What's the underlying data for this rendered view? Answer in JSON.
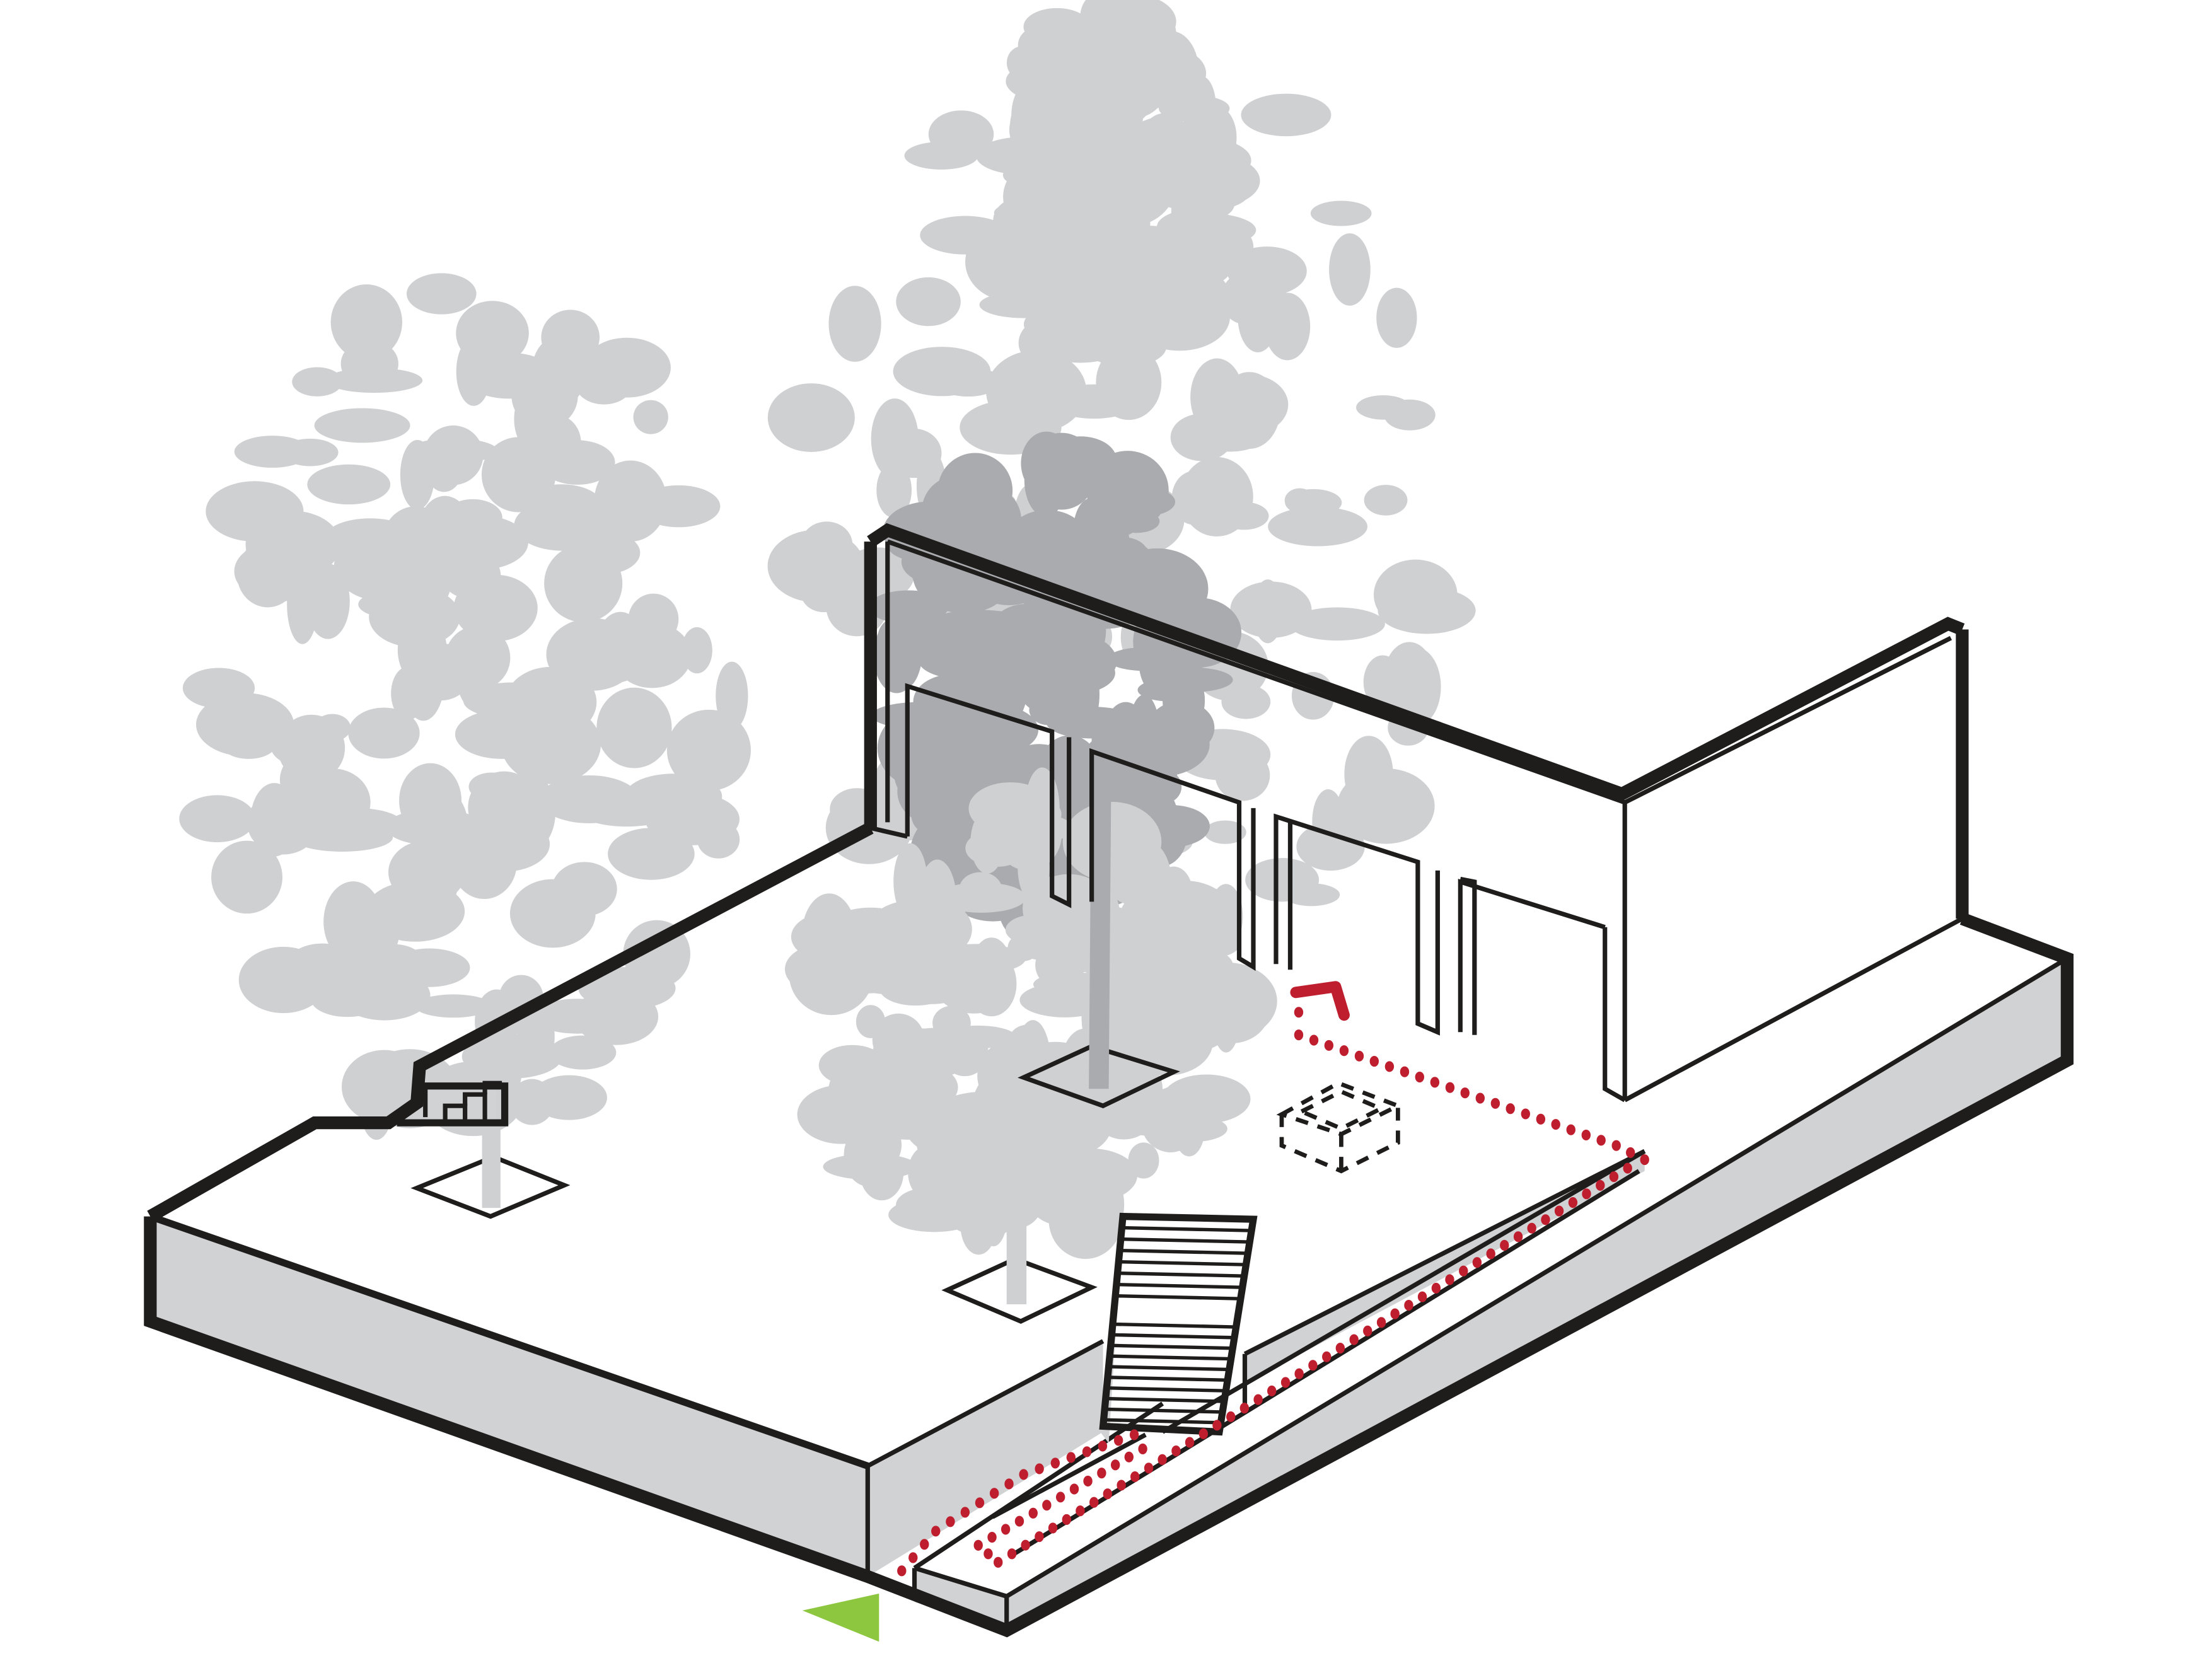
{
  "diagram": {
    "kind": "isometric site diagram",
    "colors": {
      "background": "#ffffff",
      "linework": "#1f1d1c",
      "slab_side": "#d1d2d4",
      "tree_canopy": "#cfd0d2",
      "tree_canopy_dark": "#a9abae",
      "circulation_path": "#be1e2d",
      "entry_marker": "#8dc63f"
    },
    "elements": {
      "trees": [
        {
          "name": "left-tree",
          "has_tree_pit": true
        },
        {
          "name": "center-tree",
          "has_tree_pit": true
        },
        {
          "name": "back-tree",
          "has_tree_pit": true
        }
      ],
      "wall": {
        "name": "rear-wall",
        "openings": 4,
        "returns_at_corner": true
      },
      "stairs": {
        "name": "main-stair",
        "flights": 2,
        "landing": true
      },
      "small_stair": {
        "name": "corner-steps",
        "risers": 3
      },
      "ramp": {
        "name": "switchback-ramp",
        "runs": 3
      },
      "hidden_object": {
        "name": "dashed-planter-box",
        "style": "dashed"
      },
      "entry_marker": {
        "name": "entry-arrow",
        "shape": "triangle"
      },
      "circulation": {
        "name": "accessible-route",
        "style": "dotted",
        "ends_with_arrow": true
      }
    }
  }
}
